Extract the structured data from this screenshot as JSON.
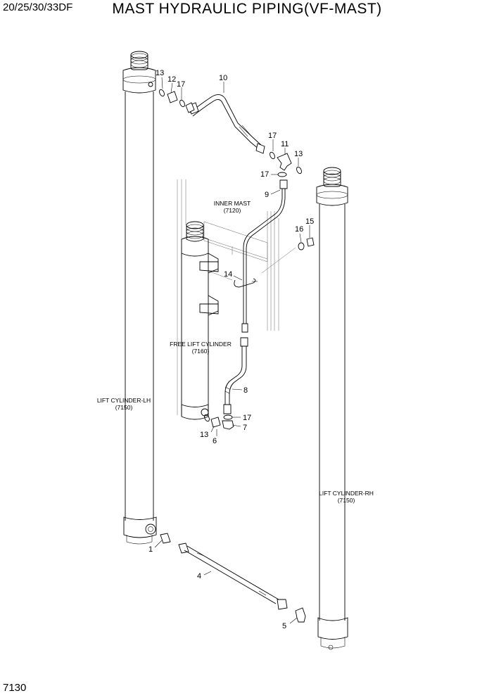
{
  "header": {
    "model": "20/25/30/33DF",
    "title": "MAST HYDRAULIC PIPING(VF-MAST)"
  },
  "footer": {
    "page_number": "7130"
  },
  "labels": {
    "inner_mast": "INNER MAST",
    "inner_mast_code": "(7120)",
    "free_lift": "FREE LIFT CYLINDER",
    "free_lift_code": "(7160)",
    "lift_lh": "LIFT CYLINDER-LH",
    "lift_lh_code": "(7150)",
    "lift_rh": "LIFT CYLINDER-RH",
    "lift_rh_code": "(7150)"
  },
  "callouts": {
    "c1": "1",
    "c4": "4",
    "c5": "5",
    "c6": "6",
    "c7": "7",
    "c8": "8",
    "c9": "9",
    "c10": "10",
    "c11": "11",
    "c12": "12",
    "c13a": "13",
    "c13b": "13",
    "c13c": "13",
    "c14": "14",
    "c15": "15",
    "c16": "16",
    "c17a": "17",
    "c17b": "17",
    "c17c": "17",
    "c17d": "17"
  }
}
